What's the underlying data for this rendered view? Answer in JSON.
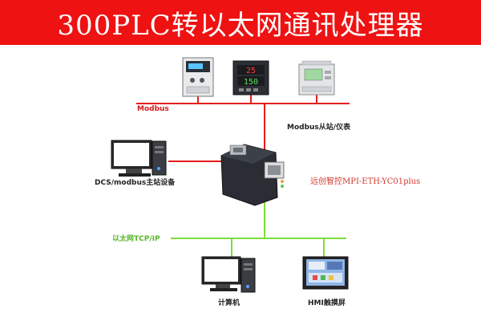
{
  "header": {
    "title": "300PLC转以太网通讯处理器"
  },
  "colors": {
    "banner": "#ee1212",
    "modbus_bus": "#e81c1c",
    "ethernet_bus": "#7fdc3a",
    "model_text": "#d2372f"
  },
  "bus": {
    "modbus_label": "Modbus",
    "ethernet_label": "以太网TCP/IP"
  },
  "devices": {
    "slaves_label": "Modbus从站/仪表",
    "master_label": "DCS/modbus主站设备",
    "gateway_label": "远创智控MPI-ETH-YC01plus",
    "computer_label": "计算机",
    "hmi_label": "HMI触摸屏"
  },
  "icons": {
    "vfd": "inverter-icon",
    "meter": "temperature-controller-icon",
    "din_meter": "din-rail-meter-icon",
    "pc": "desktop-computer-icon",
    "gateway": "gateway-module-icon",
    "hmi": "touch-panel-icon"
  },
  "meter_display": {
    "top": "25",
    "bottom": "150"
  }
}
